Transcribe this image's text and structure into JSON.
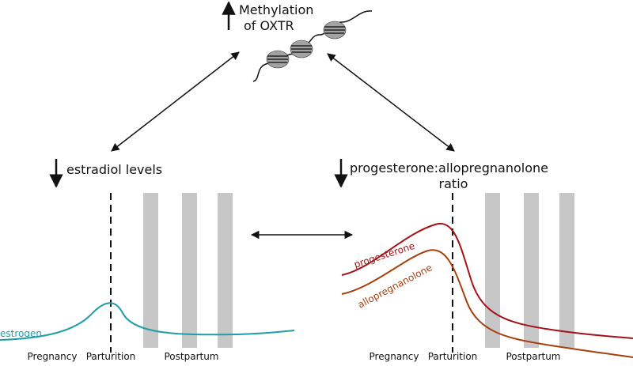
{
  "top": {
    "line1": "Methylation",
    "line2": "of OXTR",
    "arrow": "up"
  },
  "left": {
    "label": "estradiol levels",
    "arrow": "down"
  },
  "right": {
    "label_line1": "progesterone:allopregnanolone",
    "label_line2": "ratio",
    "arrow": "down"
  },
  "left_panel": {
    "curve_label": "estrogen",
    "axis": [
      "Pregnancy",
      "Parturition",
      "Postpartum"
    ]
  },
  "right_panel": {
    "curve1_label": "progesterone",
    "curve2_label": "allopregnanolone",
    "axis": [
      "Pregnancy",
      "Parturition",
      "Postpartum"
    ]
  },
  "colors": {
    "estrogen": "#1e9ea8",
    "progesterone": "#a31217",
    "allopregnanolone": "#a8400d",
    "bars": "#c7c7c7",
    "nucleosome": "#a3a3a3"
  }
}
